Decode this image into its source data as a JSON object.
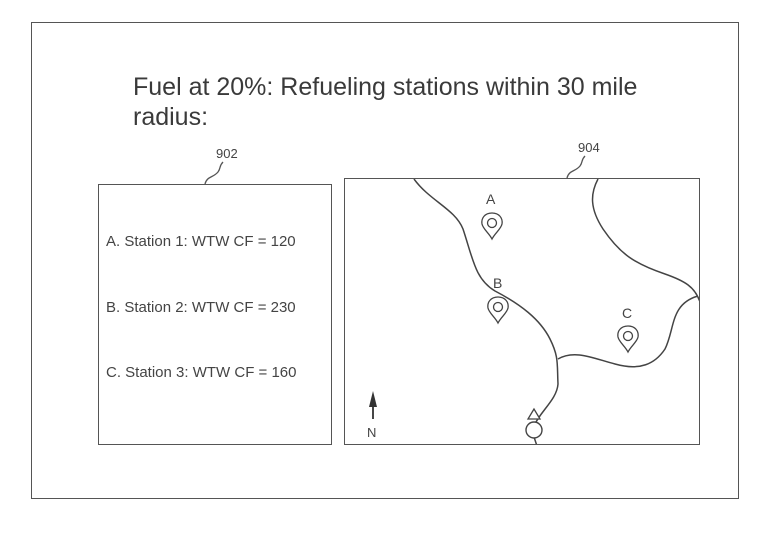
{
  "title": "Fuel at 20%: Refueling stations within 30 mile radius:",
  "refs": {
    "list_panel": "902",
    "map_panel": "904"
  },
  "stations": [
    {
      "text": "A. Station 1: WTW CF = 120",
      "letter": "A"
    },
    {
      "text": "B. Station 2: WTW CF = 230",
      "letter": "B"
    },
    {
      "text": "C. Station 3: WTW CF = 160",
      "letter": "C"
    }
  ],
  "map": {
    "compass_label": "N",
    "icons": [
      "location-pin-icon",
      "north-arrow-icon",
      "vehicle-position-icon"
    ]
  },
  "colors": {
    "line": "#555555",
    "text": "#444444"
  }
}
